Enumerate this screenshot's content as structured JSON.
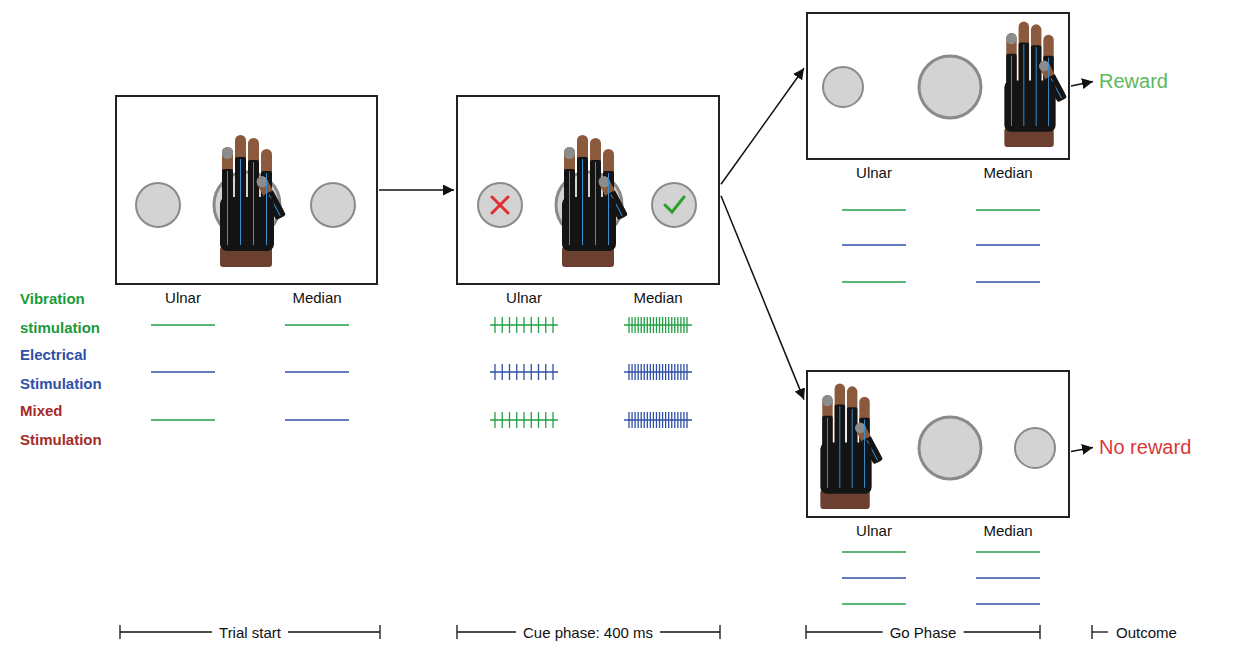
{
  "diagram": {
    "nodes": [
      {
        "text": [
          "Ulnar",
          "Median"
        ]
      },
      {
        "text": [
          "Ulnar",
          "Median"
        ]
      },
      {
        "text": [
          "Ulnar",
          "Median"
        ]
      },
      {
        "text": [
          "Ulnar",
          "Median"
        ]
      },
      {
        "text": [
          "Reward"
        ]
      },
      {
        "text": [
          "No reward"
        ]
      }
    ],
    "edges": [
      {
        "from": 0,
        "to": 1,
        "arrow": "to"
      },
      {
        "from": 1,
        "to": 2,
        "arrow": "to"
      },
      {
        "from": 1,
        "to": 3,
        "arrow": "to"
      },
      {
        "from": 2,
        "to": 4,
        "arrow": "to"
      },
      {
        "from": 3,
        "to": 5,
        "arrow": "to"
      }
    ],
    "labels": [
      "Vibration stimulation",
      "Electrical Stimulation",
      "Mixed Stimulation",
      "Trial start",
      "Cue phase: 400 ms",
      "Go Phase",
      "Outcome"
    ]
  }
}
